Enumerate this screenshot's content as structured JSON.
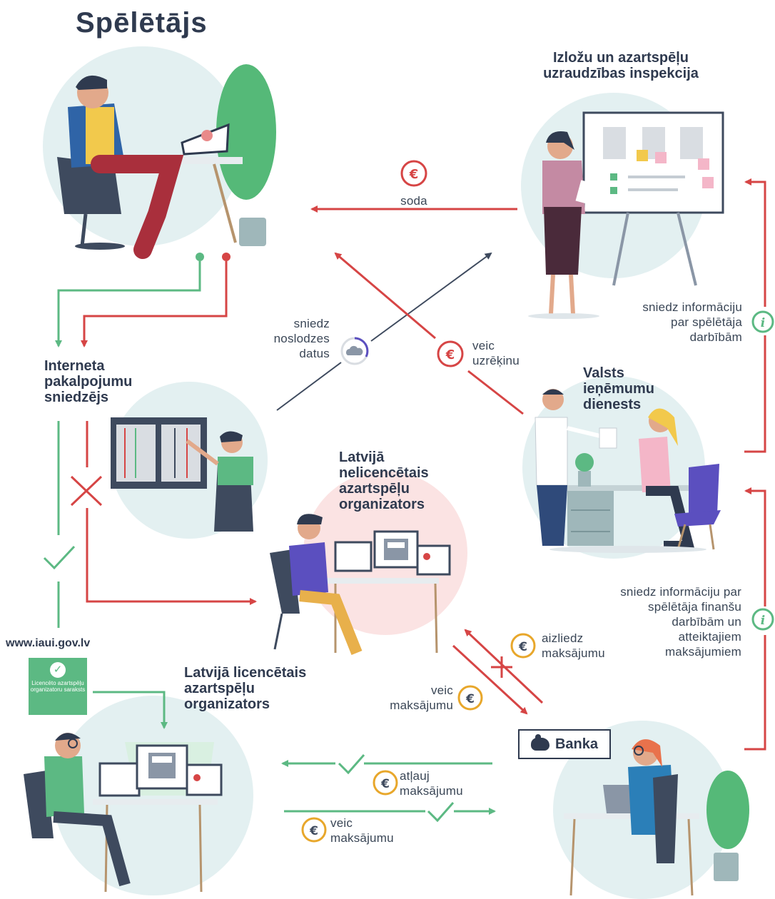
{
  "title": "Spēlētājs",
  "nodes": {
    "inspection": "Izložu un azartspēļu uzraudzības inspekcija",
    "isp": "Interneta pakalpojumu sniedzējs",
    "vid": "Valsts ieņēmumu dienests",
    "unlicensed": "Latvijā nelicencētais azartspēļu organizators",
    "licensed": "Latvijā licencētais azartspēļu organizators",
    "bank": "Banka"
  },
  "edges": {
    "fines": "soda",
    "ip_data": "sniedz noslodzes datus",
    "invoice": "veic uzrēķinu",
    "activities_info": "sniedz informāciju par spēlētāja darbībām",
    "finance_info": "sniedz informāciju par spēlētāja finanšu darbībām un atteiktajiem maksājumiem",
    "deny_payment": "aizliedz maksājumu",
    "make_payment_unlic": "veic maksājumu",
    "allow_payment": "atļauj maksājumu",
    "make_payment_lic": "veic maksājumu"
  },
  "website": "www.iaui.gov.lv",
  "badge_text": "Licencēto azartspēļu organizatoru saraksts",
  "colors": {
    "green": "#5cb983",
    "red": "#d64545",
    "gold": "#e8a72b",
    "navy": "#2f3a4f",
    "blob": "#e3f0f1",
    "pink": "#fbe3e3"
  },
  "icons": [
    "euro-icon",
    "cloud-progress-icon",
    "info-icon",
    "check-icon",
    "cross-icon",
    "piggy-bank-icon"
  ]
}
